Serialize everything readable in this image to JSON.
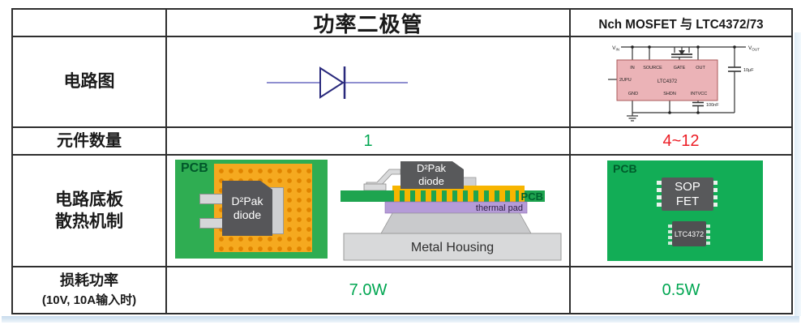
{
  "header": {
    "power_diode": "功率二极管",
    "mosfet": "Nch MOSFET 与 LTC4372/73"
  },
  "rows": {
    "circuit_label": "电路图",
    "count_label": "元件数量",
    "count_diode": "1",
    "count_mosfet": "4~12",
    "thermal_label_1": "电路底板",
    "thermal_label_2": "散热机制",
    "power_label_1": "损耗功率",
    "power_label_2": "(10V, 10A输入时)",
    "power_diode": "7.0W",
    "power_mosfet": "0.5W"
  },
  "schematic": {
    "v_prefix": "V",
    "vin_sub": "IN",
    "vout_sub": "OUT",
    "pins_top": [
      "IN",
      "SOURCE",
      "GATE",
      "OUT"
    ],
    "pin_left": "2UPU",
    "ic_name": "LTC4372",
    "pins_bottom": [
      "GND",
      "SHDN",
      "INTVCC"
    ],
    "cap_output": "10μF",
    "cap_intvcc": "100nF"
  },
  "thermal": {
    "pcb": "PCB",
    "d2pak_1": "D²Pak",
    "d2pak_2": "diode",
    "thermal_pad": "thermal pad",
    "metal_housing": "Metal Housing",
    "sop_1": "SOP",
    "sop_2": "FET",
    "ltc": "LTC4372"
  },
  "colors": {
    "value_green": "#00a651",
    "value_red": "#ec1c24",
    "pcb_green": "#2fad52",
    "via_yellow": "#f5a91f",
    "package_gray": "#58595b",
    "thermal_pad_purple": "#b59bd8",
    "housing_gray": "#d8d9da",
    "ic_pink": "#ebb3b7",
    "wire_blue": "#8f8fd0"
  }
}
